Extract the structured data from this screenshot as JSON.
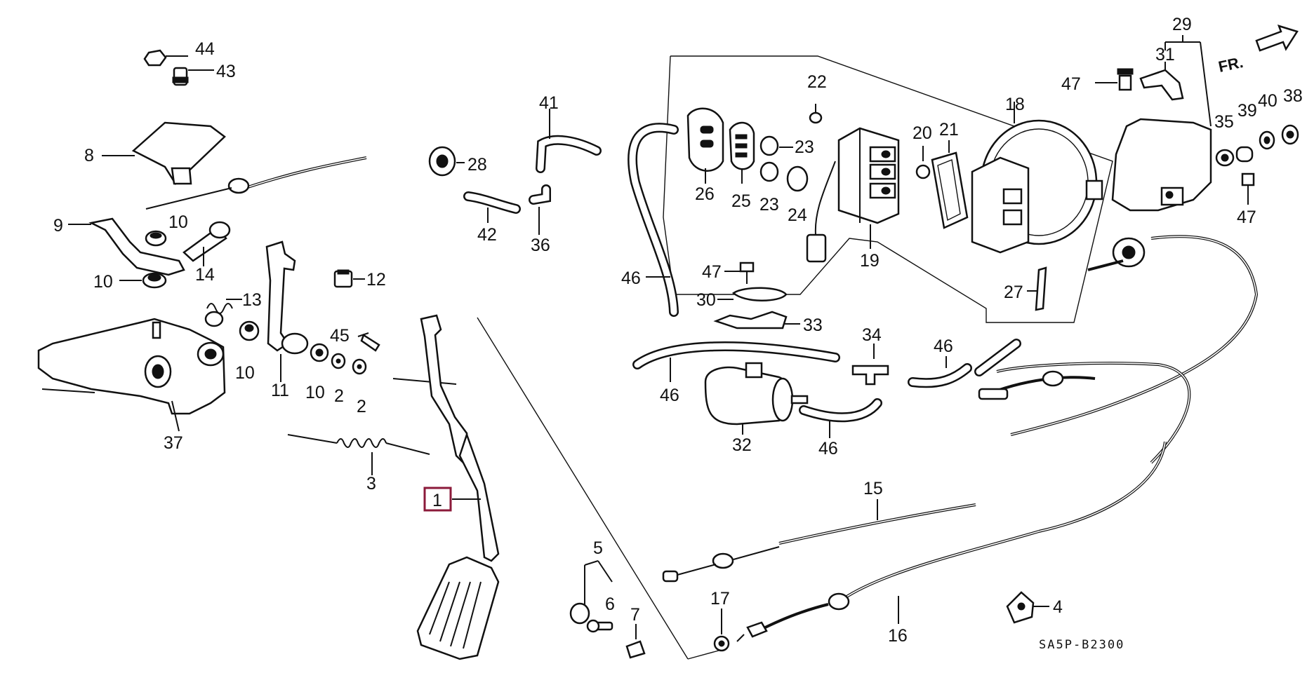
{
  "diagram": {
    "code": "SA5P-B2300",
    "direction_label": "FR.",
    "highlight_color": "#8b1a3a",
    "highlighted_callout": "1",
    "callouts": [
      {
        "id": "c44",
        "text": "44"
      },
      {
        "id": "c43",
        "text": "43"
      },
      {
        "id": "c8",
        "text": "8"
      },
      {
        "id": "c9",
        "text": "9"
      },
      {
        "id": "c10a",
        "text": "10"
      },
      {
        "id": "c10b",
        "text": "10"
      },
      {
        "id": "c14",
        "text": "14"
      },
      {
        "id": "c13",
        "text": "13"
      },
      {
        "id": "c12",
        "text": "12"
      },
      {
        "id": "c37",
        "text": "37"
      },
      {
        "id": "c10c",
        "text": "10"
      },
      {
        "id": "c11",
        "text": "11"
      },
      {
        "id": "c45",
        "text": "45"
      },
      {
        "id": "c10d",
        "text": "10"
      },
      {
        "id": "c2a",
        "text": "2"
      },
      {
        "id": "c2b",
        "text": "2"
      },
      {
        "id": "c3",
        "text": "3"
      },
      {
        "id": "c1",
        "text": "1"
      },
      {
        "id": "c28",
        "text": "28"
      },
      {
        "id": "c41",
        "text": "41"
      },
      {
        "id": "c42",
        "text": "42"
      },
      {
        "id": "c36",
        "text": "36"
      },
      {
        "id": "c46a",
        "text": "46"
      },
      {
        "id": "c26",
        "text": "26"
      },
      {
        "id": "c25",
        "text": "25"
      },
      {
        "id": "c23a",
        "text": "23"
      },
      {
        "id": "c23b",
        "text": "23"
      },
      {
        "id": "c24",
        "text": "24"
      },
      {
        "id": "c22",
        "text": "22"
      },
      {
        "id": "c19",
        "text": "19"
      },
      {
        "id": "c20",
        "text": "20"
      },
      {
        "id": "c21",
        "text": "21"
      },
      {
        "id": "c18",
        "text": "18"
      },
      {
        "id": "c27",
        "text": "27"
      },
      {
        "id": "c47a",
        "text": "47"
      },
      {
        "id": "c30",
        "text": "30"
      },
      {
        "id": "c33",
        "text": "33"
      },
      {
        "id": "c34",
        "text": "34"
      },
      {
        "id": "c46b",
        "text": "46"
      },
      {
        "id": "c46c",
        "text": "46"
      },
      {
        "id": "c32",
        "text": "32"
      },
      {
        "id": "c46d",
        "text": "46"
      },
      {
        "id": "c29",
        "text": "29"
      },
      {
        "id": "c31",
        "text": "31"
      },
      {
        "id": "c47b",
        "text": "47"
      },
      {
        "id": "c35",
        "text": "35"
      },
      {
        "id": "c39",
        "text": "39"
      },
      {
        "id": "c40",
        "text": "40"
      },
      {
        "id": "c38",
        "text": "38"
      },
      {
        "id": "c47c",
        "text": "47"
      },
      {
        "id": "c15",
        "text": "15"
      },
      {
        "id": "c16",
        "text": "16"
      },
      {
        "id": "c5",
        "text": "5"
      },
      {
        "id": "c6",
        "text": "6"
      },
      {
        "id": "c7",
        "text": "7"
      },
      {
        "id": "c17",
        "text": "17"
      },
      {
        "id": "c4",
        "text": "4"
      }
    ]
  }
}
